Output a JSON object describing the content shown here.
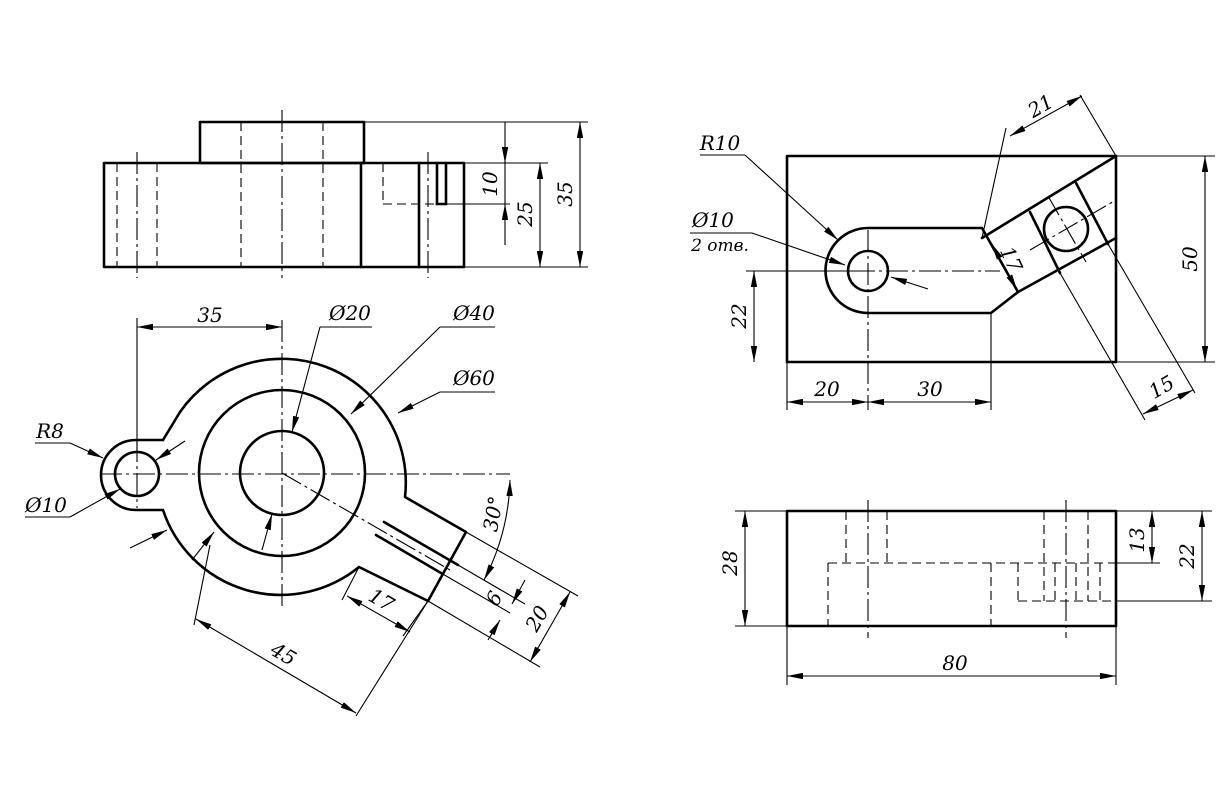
{
  "dimensions": {
    "front_view": {
      "d10": "10",
      "d25": "25",
      "d35": "35"
    },
    "top_view": {
      "d35": "35",
      "dia20": "Ø20",
      "dia40": "Ø40",
      "dia60": "Ø60",
      "r8": "R8",
      "dia10": "Ø10",
      "angle30": "30°",
      "d6": "6",
      "d20": "20",
      "d17": "17",
      "d45": "45"
    },
    "right_top_view": {
      "r10": "R10",
      "dia10": "Ø10",
      "holes_note": "2 отв.",
      "d21": "21",
      "d17": "17",
      "d50": "50",
      "d22": "22",
      "d20": "20",
      "d30": "30",
      "d15": "15"
    },
    "right_front_view": {
      "d28": "28",
      "d13": "13",
      "d22": "22",
      "d80": "80"
    }
  }
}
